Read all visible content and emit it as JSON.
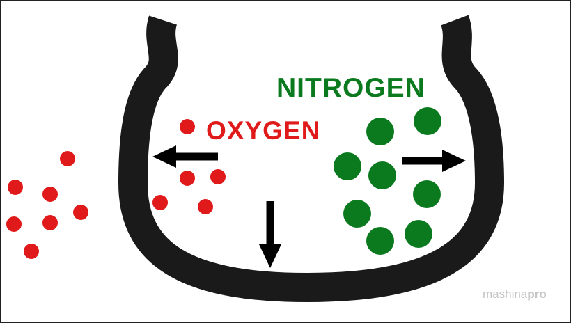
{
  "labels": {
    "nitrogen": "NITROGEN",
    "oxygen": "OXYGEN"
  },
  "watermark": {
    "part1": "mashina",
    "part2": "pro"
  },
  "colors": {
    "tire": "#1a1a1a",
    "oxygen": "#e01a1a",
    "nitrogen": "#0b7a1f",
    "arrow": "#000000"
  }
}
